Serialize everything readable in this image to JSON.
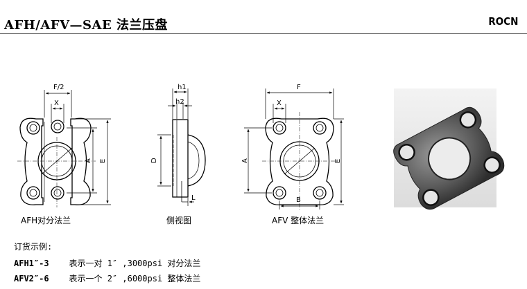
{
  "header": {
    "title": "AFH/AFV—SAE 法兰压盘",
    "brand": "ROCN"
  },
  "figures": {
    "afh": {
      "dims": {
        "f_half": "F/2",
        "x": "X",
        "a": "A",
        "e": "E"
      },
      "caption": "AFH对分法兰"
    },
    "side": {
      "dims": {
        "h1": "h1",
        "h2": "h2",
        "d": "D",
        "l": "L"
      },
      "caption": "侧视图"
    },
    "afv": {
      "dims": {
        "f": "F",
        "x": "X",
        "a": "A",
        "e": "E",
        "b": "B"
      },
      "caption": "AFV 整体法兰"
    }
  },
  "order": {
    "heading": "订货示例:",
    "examples": [
      {
        "code": "AFH1″-3",
        "desc": "表示一对 1″ ,3000psi 对分法兰"
      },
      {
        "code": "AFV2″-6",
        "desc": "表示一个 2″ ,6000psi 整体法兰"
      }
    ]
  }
}
